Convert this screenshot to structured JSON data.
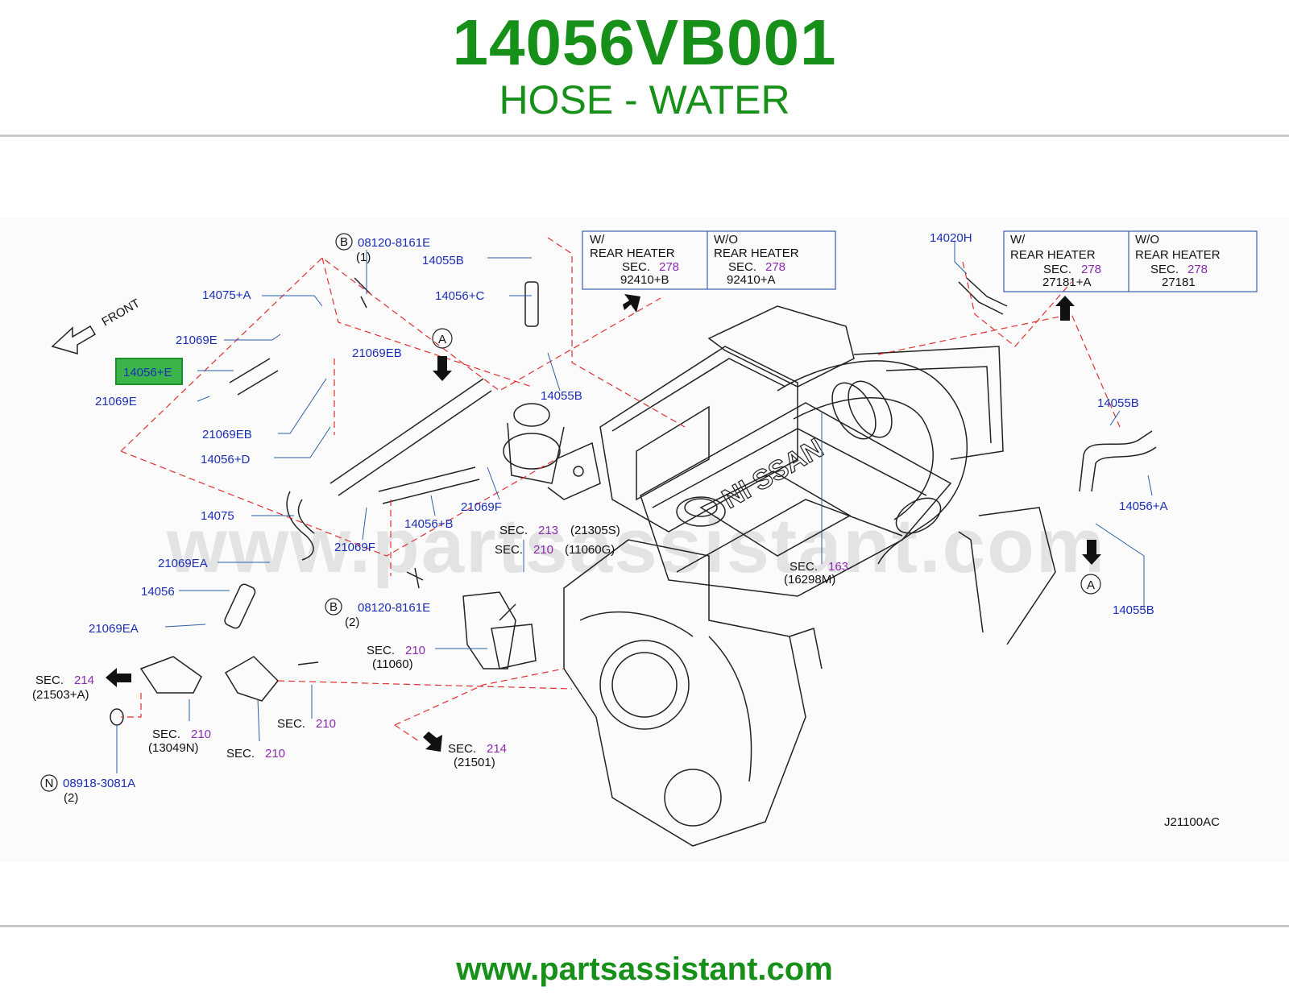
{
  "header": {
    "part_number": "14056VB001",
    "part_name": "HOSE - WATER"
  },
  "footer": {
    "url": "www.partsassistant.com"
  },
  "diagram": {
    "watermark": "www.partsassistant.com",
    "drawing_code": "J21100AC",
    "front_label": "FRONT",
    "highlighted_part": "14056+E",
    "callouts": {
      "c14075a": "14075+A",
      "c21069e_top": "21069E",
      "c14056e": "14056+E",
      "c21069e_bot": "21069E",
      "c21069eb_1": "21069EB",
      "c21069eb_2": "21069EB",
      "c14056d": "14056+D",
      "c14075": "14075",
      "c21069ea_1": "21069EA",
      "c14056": "14056",
      "c21069ea_2": "21069EA",
      "c08120_top": "08120-8161E",
      "c08120_top_qty": "(1)",
      "c08120_bot": "08120-8161E",
      "c08120_bot_qty": "(2)",
      "c14055b_top": "14055B",
      "c14056c": "14056+C",
      "c14055b_mid": "14055B",
      "c21069f_1": "21069F",
      "c14056b": "14056+B",
      "c21069f_2": "21069F",
      "c14020h": "14020H",
      "c14055b_right1": "14055B",
      "c14056a": "14056+A",
      "c14055b_right2": "14055B",
      "c08918": "08918-3081A",
      "c08918_qty": "(2)"
    },
    "markers": {
      "b": "B",
      "n": "N",
      "a": "A"
    },
    "sec_word": "SEC.",
    "sections": {
      "s213": "213",
      "s213_ref": "(21305S)",
      "s210_a": "210",
      "s210_a_ref": "(11060G)",
      "s163": "163",
      "s163_ref": "(16298M)",
      "s210_b": "210",
      "s210_b_ref": "(11060)",
      "s214_left": "214",
      "s214_left_ref": "(21503+A)",
      "s210_c": "210",
      "s210_c_ref": "(13049N)",
      "s210_d": "210",
      "s210_e": "210",
      "s214_bottom": "214",
      "s214_bottom_ref": "(21501)"
    },
    "box1": {
      "w_line1": "W/",
      "w_line2": "REAR  HEATER",
      "w_sec": "278",
      "w_ref": "92410+B",
      "wo_line1": "W/O",
      "wo_line2": "REAR  HEATER",
      "wo_sec": "278",
      "wo_ref": "92410+A"
    },
    "box2": {
      "w_line1": "W/",
      "w_line2": "REAR  HEATER",
      "w_sec": "278",
      "w_ref": "27181+A",
      "wo_line1": "W/O",
      "wo_line2": "REAR  HEATER",
      "wo_sec": "278",
      "wo_ref": "27181"
    },
    "engine_logo": "NI SSAN"
  }
}
